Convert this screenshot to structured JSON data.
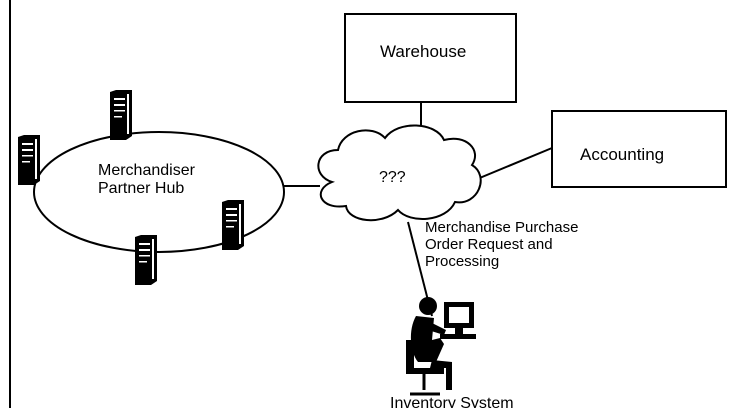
{
  "diagram": {
    "nodes": {
      "warehouse": "Warehouse",
      "accounting": "Accounting",
      "cloud": "???",
      "hub_line1": "Merchandiser",
      "hub_line2": "Partner Hub",
      "inventory": "Inventory System"
    },
    "edge_label": {
      "line1": "Merchandise Purchase",
      "line2": "Order Request and",
      "line3": "Processing"
    },
    "icons": {
      "server": "server-tower-icon",
      "user": "person-at-computer-icon"
    },
    "colors": {
      "ink": "#000000",
      "background": "#ffffff"
    }
  }
}
